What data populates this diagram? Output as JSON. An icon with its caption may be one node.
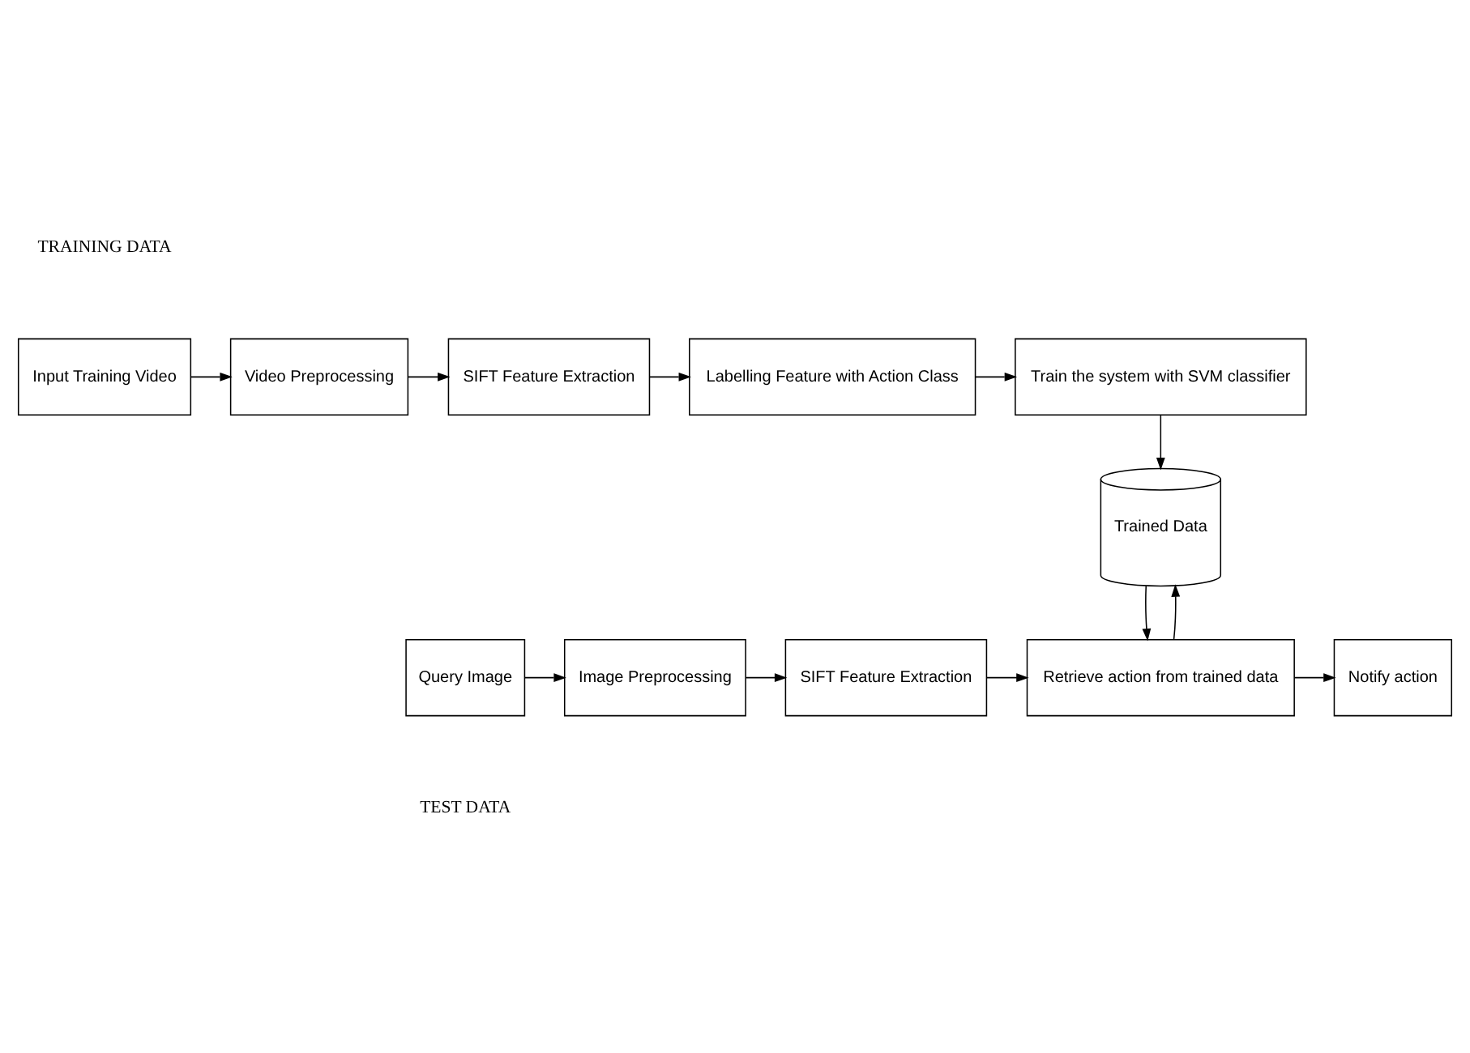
{
  "diagram": {
    "nodes": [
      {
        "text": [
          "Input Training Video"
        ]
      },
      {
        "text": [
          "Video Preprocessing"
        ]
      },
      {
        "text": [
          "SIFT Feature Extraction"
        ]
      },
      {
        "text": [
          "Labelling Feature with Action Class"
        ]
      },
      {
        "text": [
          "Train the system with SVM classifier"
        ]
      },
      {
        "text": [
          "Trained Data"
        ]
      },
      {
        "text": [
          "Query Image"
        ]
      },
      {
        "text": [
          "Image Preprocessing"
        ]
      },
      {
        "text": [
          "SIFT Feature Extraction"
        ]
      },
      {
        "text": [
          "Retrieve action from trained data"
        ]
      },
      {
        "text": [
          "Notify action"
        ]
      }
    ],
    "edges": [
      {
        "from": 0,
        "to": 1,
        "arrow": "to"
      },
      {
        "from": 1,
        "to": 2,
        "arrow": "to"
      },
      {
        "from": 2,
        "to": 3,
        "arrow": "to"
      },
      {
        "from": 3,
        "to": 4,
        "arrow": "to"
      },
      {
        "from": 4,
        "to": 5,
        "arrow": "to"
      },
      {
        "from": 6,
        "to": 7,
        "arrow": "to"
      },
      {
        "from": 7,
        "to": 8,
        "arrow": "to"
      },
      {
        "from": 8,
        "to": 9,
        "arrow": "to"
      },
      {
        "from": 9,
        "to": 5,
        "arrow": "to"
      },
      {
        "from": 5,
        "to": 9,
        "arrow": "to"
      },
      {
        "from": 9,
        "to": 10,
        "arrow": "to"
      }
    ],
    "labels": [
      "TRAINING DATA",
      "TEST DATA"
    ]
  }
}
